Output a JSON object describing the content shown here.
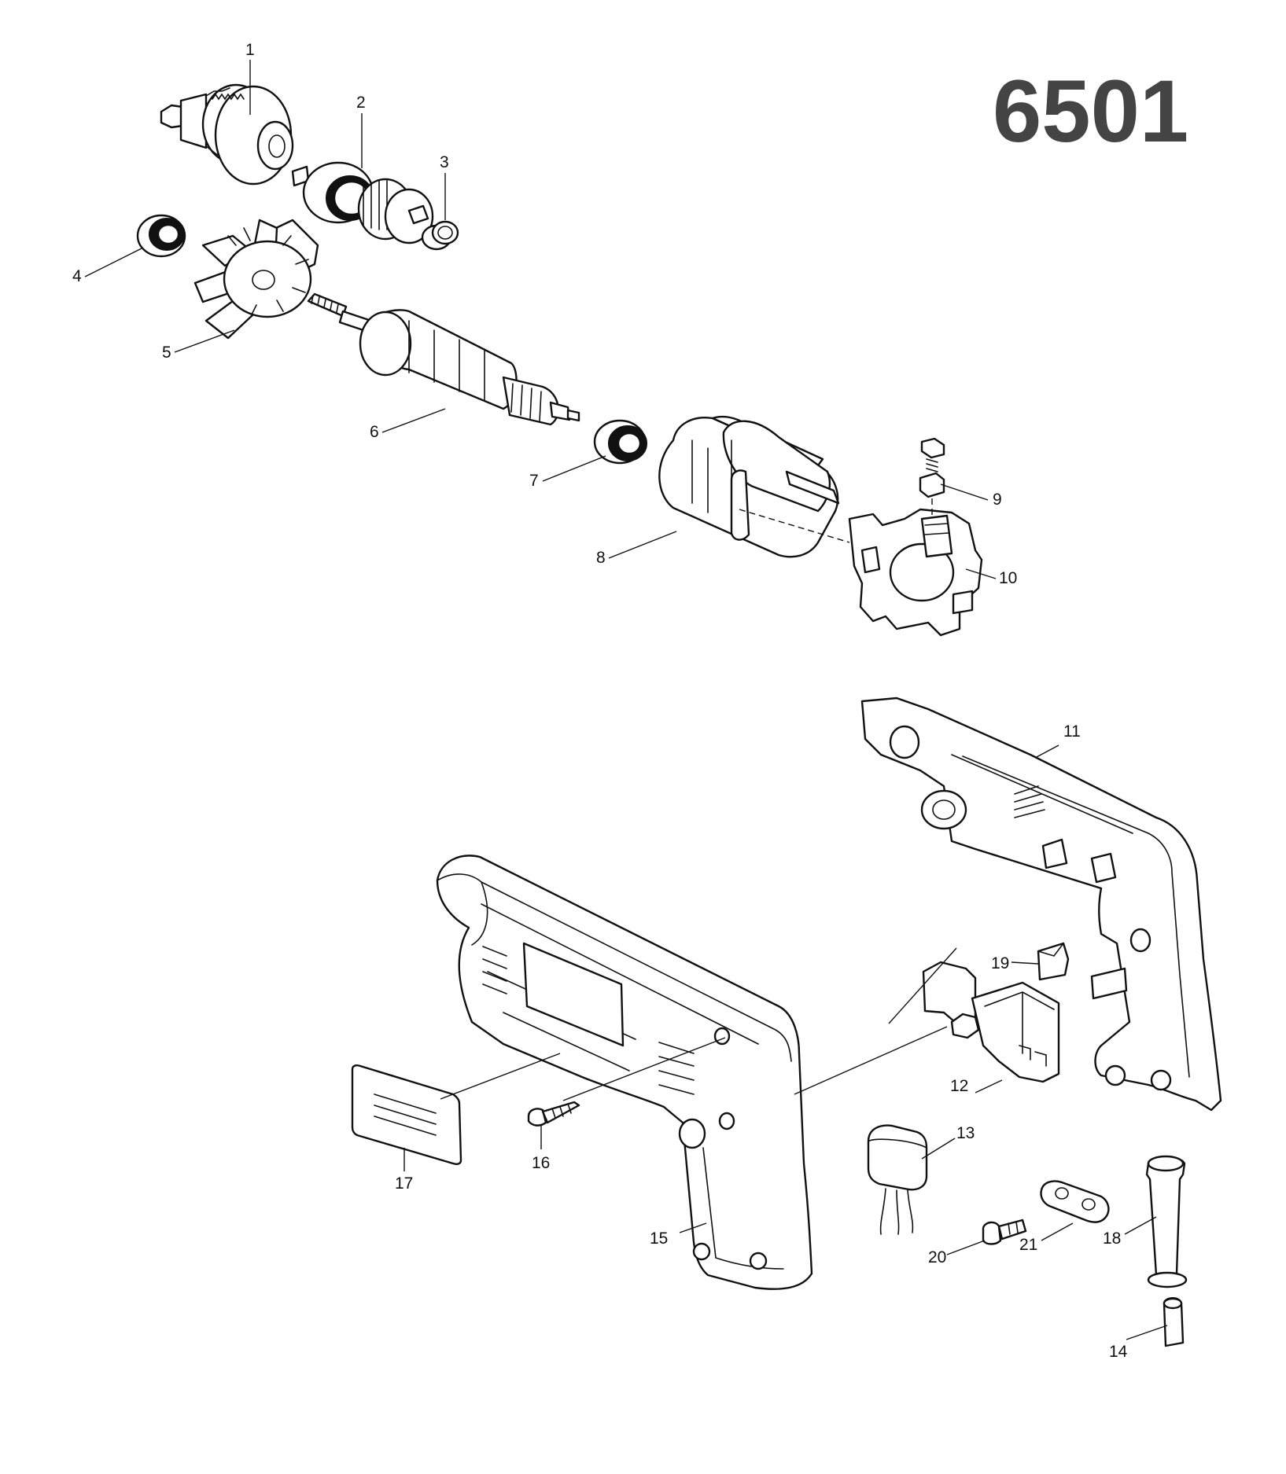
{
  "model_number": "6501",
  "callouts": {
    "p1": "1",
    "p2": "2",
    "p3": "3",
    "p4": "4",
    "p5": "5",
    "p6": "6",
    "p7": "7",
    "p8": "8",
    "p9": "9",
    "p10": "10",
    "p11": "11",
    "p12": "12",
    "p13": "13",
    "p14": "14",
    "p15": "15",
    "p16": "16",
    "p17": "17",
    "p18": "18",
    "p19": "19",
    "p20": "20",
    "p21": "21"
  },
  "colors": {
    "line": "#111111",
    "model_text": "#444444",
    "background": "#ffffff"
  }
}
